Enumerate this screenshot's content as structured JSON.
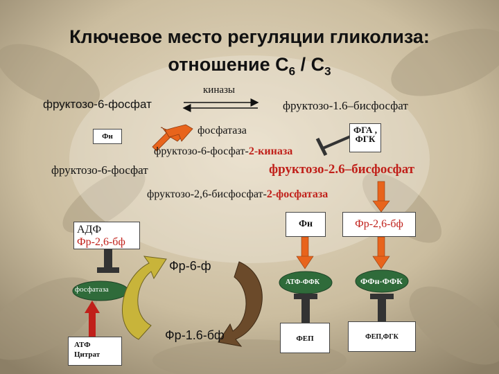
{
  "title": {
    "line1": "Ключевое место регуляции гликолиза:",
    "line2_prefix": "отношение С",
    "sub6": "6",
    "line2_mid": " / С",
    "sub3": "3"
  },
  "labels": {
    "kinases": "киназы",
    "f6p_left": "фруктозо-6-фосфат",
    "f16bp": "фруктозо-1.6–бисфосфат",
    "phosphatase": "фосфатаза",
    "pn_box": "Фн",
    "fga_box": "ФГА , ФГК",
    "f6p_kinase_prefix": "фруктозо-6-фосфат-",
    "f6p_kinase_suffix": "2-киназа",
    "f6p_left2": "фруктозо-6-фосфат",
    "f26bp": "фруктозо-2.6–бисфосфат",
    "f26bp_phosphatase_prefix": "фруктозо-2,6-бисфосфат-",
    "f26bp_phosphatase_suffix": "2-фосфатаза",
    "adp_line1": "АДФ",
    "adp_line2": "Фр-2,6-бф",
    "pn_box2": "Фн",
    "fr26bf_box": "Фр-2,6-бф",
    "fr6f": "Фр-6-ф",
    "fr16bf": "Фр-1.6-бф",
    "phosphatase_oval": "фосфатаза",
    "atp_pfk_oval": "АТФ-ФФК",
    "pn_pfk_oval": "ФФн-ФФК",
    "atp_citrate_line1": "АТФ",
    "atp_citrate_line2": "Цитрат",
    "fep_box": "ФЕП",
    "fep_fgk_box": "ФЕП,ФГК"
  },
  "colors": {
    "orange_arrow": "#e8641c",
    "red_text": "#c0201a",
    "dark_green_oval": "#2f6b3a",
    "olive_arrow": "#c8b43a",
    "inhibitor_bar": "#333333"
  }
}
